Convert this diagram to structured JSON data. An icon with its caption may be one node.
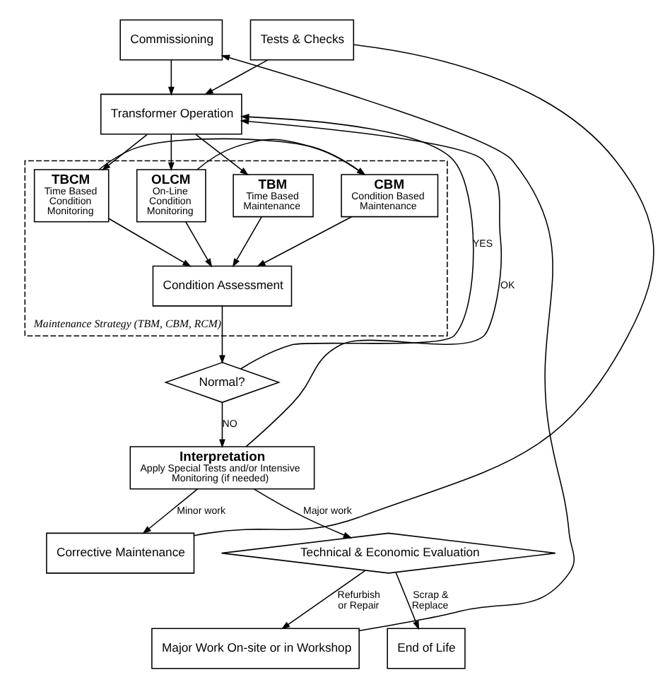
{
  "diagram": {
    "nodes": [
      {
        "text": [
          "Commissioning"
        ]
      },
      {
        "text": [
          "Transformer Operation"
        ]
      },
      {
        "text": [
          "Tests & Checks"
        ]
      },
      {
        "text": [
          "Maintenance Strategy (TBM, CBM, RCM)"
        ]
      },
      {
        "text": [
          "TBCM",
          "Time Based Condition Monitoring"
        ],
        "in": 3
      },
      {
        "text": [
          "CBM",
          "Condition Based Maintenance"
        ],
        "in": 3
      },
      {
        "text": [
          "OLCM",
          "On-Line Condition Monitoring"
        ],
        "in": 3
      },
      {
        "text": [
          "TBM",
          "Time Based Maintenance"
        ],
        "in": 3
      },
      {
        "text": [
          "Condition Assessment"
        ],
        "in": 3
      },
      {
        "text": [
          "Normal?"
        ]
      },
      {
        "text": [
          "Interpretation",
          "Apply Special Tests and/or Intensive Monitoring (if needed)"
        ]
      },
      {
        "text": [
          "Corrective Maintenance"
        ]
      },
      {
        "text": [
          "Technical & Economic Evaluation"
        ]
      },
      {
        "text": [
          "Major Work On-site or in Workshop"
        ]
      },
      {
        "text": [
          "End of Life"
        ]
      }
    ],
    "edges": [
      {
        "from": 0,
        "to": 1,
        "arrow": "to"
      },
      {
        "from": 2,
        "to": 1,
        "arrow": "to"
      },
      {
        "from": 1,
        "to": 4,
        "arrow": "to"
      },
      {
        "from": 1,
        "to": 6,
        "arrow": "to"
      },
      {
        "from": 1,
        "to": 7,
        "arrow": "to"
      },
      {
        "from": 4,
        "to": 5,
        "arrow": "to"
      },
      {
        "from": 6,
        "to": 5,
        "arrow": "to"
      },
      {
        "from": 4,
        "to": 8,
        "arrow": "to"
      },
      {
        "from": 5,
        "to": 8,
        "arrow": "to"
      },
      {
        "from": 6,
        "to": 8,
        "arrow": "to"
      },
      {
        "from": 7,
        "to": 8,
        "arrow": "to"
      },
      {
        "from": 8,
        "to": 9,
        "arrow": "to"
      },
      {
        "from": 9,
        "to": 1,
        "arrow": "to",
        "label": "YES"
      },
      {
        "from": 9,
        "to": 10,
        "arrow": "to",
        "label": "NO"
      },
      {
        "from": 10,
        "to": 1,
        "arrow": "to",
        "label": "OK"
      },
      {
        "from": 10,
        "to": 11,
        "arrow": "to",
        "label": "Minor work"
      },
      {
        "from": 10,
        "to": 12,
        "arrow": "to",
        "label": "Major work"
      },
      {
        "from": 11,
        "to": 2,
        "arrow": "none"
      },
      {
        "from": 12,
        "to": 13,
        "arrow": "to",
        "label": "Refurbish or Repair"
      },
      {
        "from": 13,
        "to": 0,
        "arrow": "to"
      },
      {
        "from": 12,
        "to": 14,
        "arrow": "to",
        "label": "Scrap & Replace"
      }
    ]
  }
}
